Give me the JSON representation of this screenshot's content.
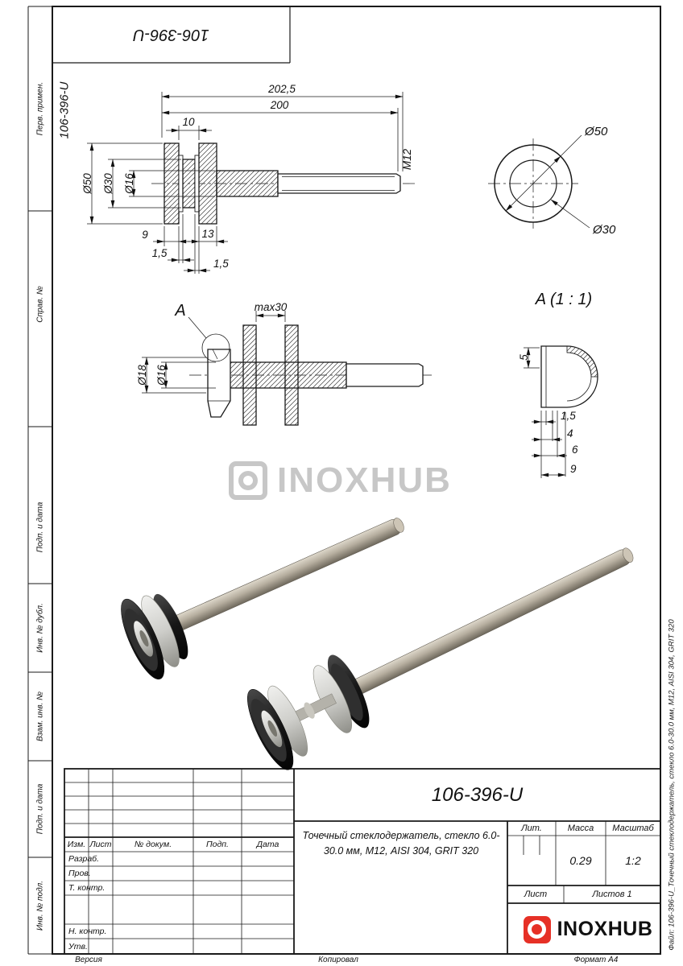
{
  "sheet": {
    "versiya": "Версия",
    "kopiroval": "Копировал",
    "format": "Формат A4",
    "file_label": "Файл: 106-396-U_Точечный стеклодержатель, стекло 6.0-30.0 мм, М12, AISI 304, GRIT 320"
  },
  "margin_labels": [
    "Перв. примен.",
    "Справ. №",
    "Подп. и дата",
    "Инв. № дубл.",
    "Взам. инв. №",
    "Подп. и дата",
    "Инв. № подл."
  ],
  "doc_number_side": "106-396-U",
  "top_box": {
    "number_flipped": "106-396-U"
  },
  "watermark": {
    "text": "INOXHUB"
  },
  "views": {
    "main": {
      "dims": {
        "total_len": "202,5",
        "len": "200",
        "gap": "10",
        "d50": "Ø50",
        "d30": "Ø30",
        "d16": "Ø16",
        "thread": "M12",
        "t9": "9",
        "t13": "13",
        "g15a": "1,5",
        "g15b": "1,5"
      }
    },
    "front": {
      "d50": "Ø50",
      "d30": "Ø30"
    },
    "section": {
      "label": "A",
      "max": "max30",
      "d18": "Ø18",
      "d16": "Ø16"
    },
    "detail": {
      "title": "A (1 : 1)",
      "h5": "5",
      "w15": "1,5",
      "w4": "4",
      "w6": "6",
      "w9": "9"
    }
  },
  "title_block": {
    "part_number": "106-396-U",
    "description": "Точечный стеклодержатель, стекло 6.0-30.0 мм, М12, AISI 304, GRIT 320",
    "lit_label": "Лит.",
    "mass_label": "Масса",
    "mass_value": "0.29",
    "scale_label": "Масштаб",
    "scale_value": "1:2",
    "sheet_label": "Лист",
    "sheets_label": "Листов 1",
    "columns": [
      "Изм.",
      "Лист",
      "№ докум.",
      "Подп.",
      "Дата"
    ],
    "rows": [
      "Разраб.",
      "Пров.",
      "Т. контр.",
      "Н. контр.",
      "Утв."
    ],
    "brand": "INOXHUB"
  }
}
